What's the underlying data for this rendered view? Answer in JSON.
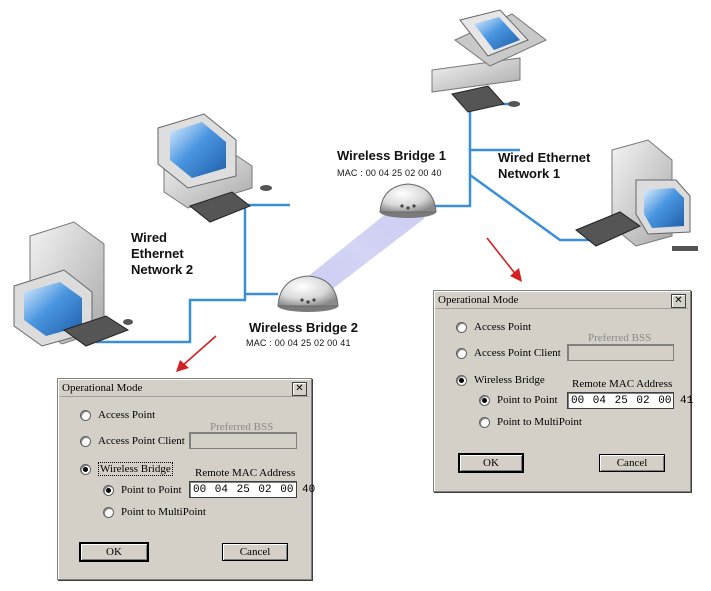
{
  "labels": {
    "bridge1_name": "Wireless Bridge 1",
    "bridge1_mac": "MAC : 00 04 25 02 00 40",
    "bridge2_name": "Wireless Bridge 2",
    "bridge2_mac": "MAC : 00 04 25 02 00 41",
    "network1": "Wired Ethernet\nNetwork 1",
    "network2": "Wired\nEthernet\nNetwork 2"
  },
  "dialog_left": {
    "title": "Operational Mode",
    "close": "✕",
    "opt_access_point": "Access Point",
    "opt_access_point_client": "Access Point Client",
    "preferred_bss_label": "Preferred BSS",
    "preferred_bss_value": "",
    "opt_wireless_bridge": "Wireless Bridge",
    "remote_mac_label": "Remote MAC Address",
    "remote_mac_value": "00 04 25 02 00 40",
    "opt_point_to_point": "Point to Point",
    "opt_point_to_multipoint": "Point to MultiPoint",
    "ok": "OK",
    "cancel": "Cancel"
  },
  "dialog_right": {
    "title": "Operational Mode",
    "close": "✕",
    "opt_access_point": "Access Point",
    "opt_access_point_client": "Access Point Client",
    "preferred_bss_label": "Preferred BSS",
    "preferred_bss_value": "",
    "opt_wireless_bridge": "Wireless Bridge",
    "remote_mac_label": "Remote MAC Address",
    "remote_mac_value": "00 04 25 02 00 41",
    "opt_point_to_point": "Point to Point",
    "opt_point_to_multipoint": "Point to MultiPoint",
    "ok": "OK",
    "cancel": "Cancel"
  },
  "colors": {
    "cable": "#3b8fd6",
    "arrow": "#d42020",
    "screen": "#3a86d8",
    "dialog_face": "#d4d0c8"
  }
}
